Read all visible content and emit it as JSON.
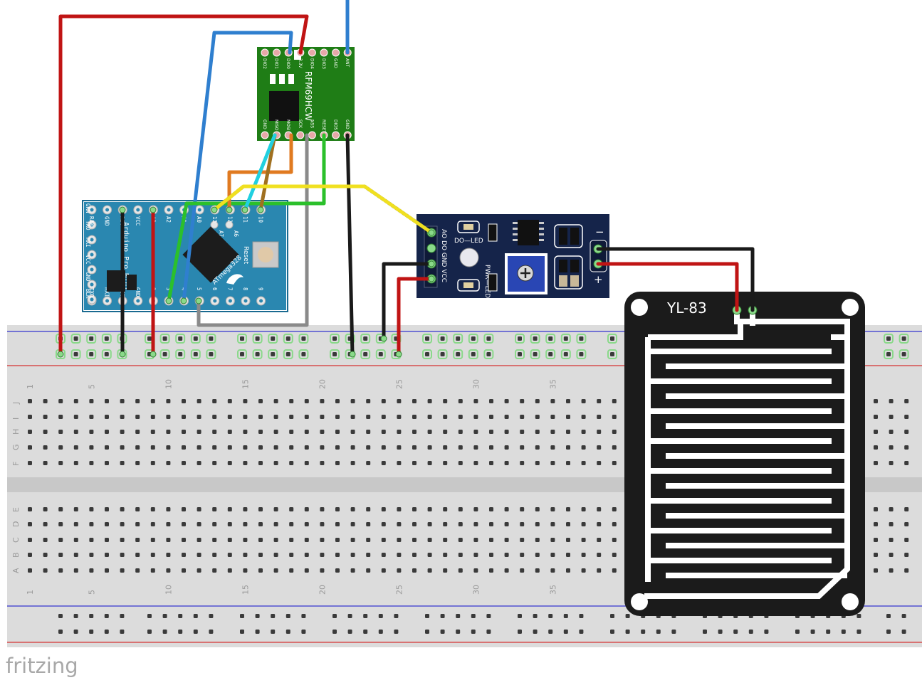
{
  "brand": {
    "watermark": "fritzing"
  },
  "breadboard": {
    "column_labels_top": [
      "1",
      "5",
      "10",
      "15",
      "20",
      "25",
      "30",
      "35"
    ],
    "column_labels_bottom": [
      "1",
      "5",
      "10",
      "15",
      "20",
      "25",
      "30",
      "35"
    ],
    "row_labels_upper": [
      "J",
      "I",
      "H",
      "G",
      "F"
    ],
    "row_labels_lower": [
      "E",
      "D",
      "C",
      "B",
      "A"
    ],
    "colors": {
      "body": "#dcdcdc",
      "rail_blue": "#3434d0",
      "rail_red": "#d53232",
      "hole": "#3a3a3a",
      "used_hole": "#8ad98a"
    }
  },
  "arduino": {
    "name": "Arduino Pro Mini",
    "chip": "ATmega328",
    "reset_label": "Reset",
    "vertical_pins": [
      "GRN",
      "TXO",
      "RXI",
      "VCC",
      "GND",
      "BLK"
    ],
    "top_pins": [
      "RAW",
      "GND",
      "RST",
      "VCC",
      "A3",
      "A2",
      "A1",
      "A0",
      "13",
      "12",
      "11",
      "10"
    ],
    "inner_pins": [
      "A7",
      "A6"
    ],
    "bottom_pins": [
      "TXO",
      "RXI",
      "RST",
      "GND",
      "2",
      "3",
      "4",
      "5",
      "6",
      "7",
      "8",
      "9"
    ],
    "color": "#2a87b0"
  },
  "radio": {
    "name": "RFM69HCW",
    "top_pins": [
      "DIO2",
      "DIO1",
      "DIO0",
      "3.3V",
      "DIO4",
      "DIO3",
      "GND",
      "ANT"
    ],
    "bottom_pins": [
      "GND",
      "MISO",
      "MOSI",
      "SCK",
      "NSS",
      "RESET",
      "DIO5",
      "GND"
    ],
    "color": "#1f7d16"
  },
  "rain_module": {
    "pins": [
      "AO",
      "DO",
      "GND",
      "VCC"
    ],
    "do_led_label": "DO—LED",
    "pwr_led_label": "PWR—LED",
    "plus": "+",
    "minus": "−",
    "color": "#15244a"
  },
  "rain_sensor": {
    "name": "YL-83",
    "color": "#1b1b1b"
  }
}
